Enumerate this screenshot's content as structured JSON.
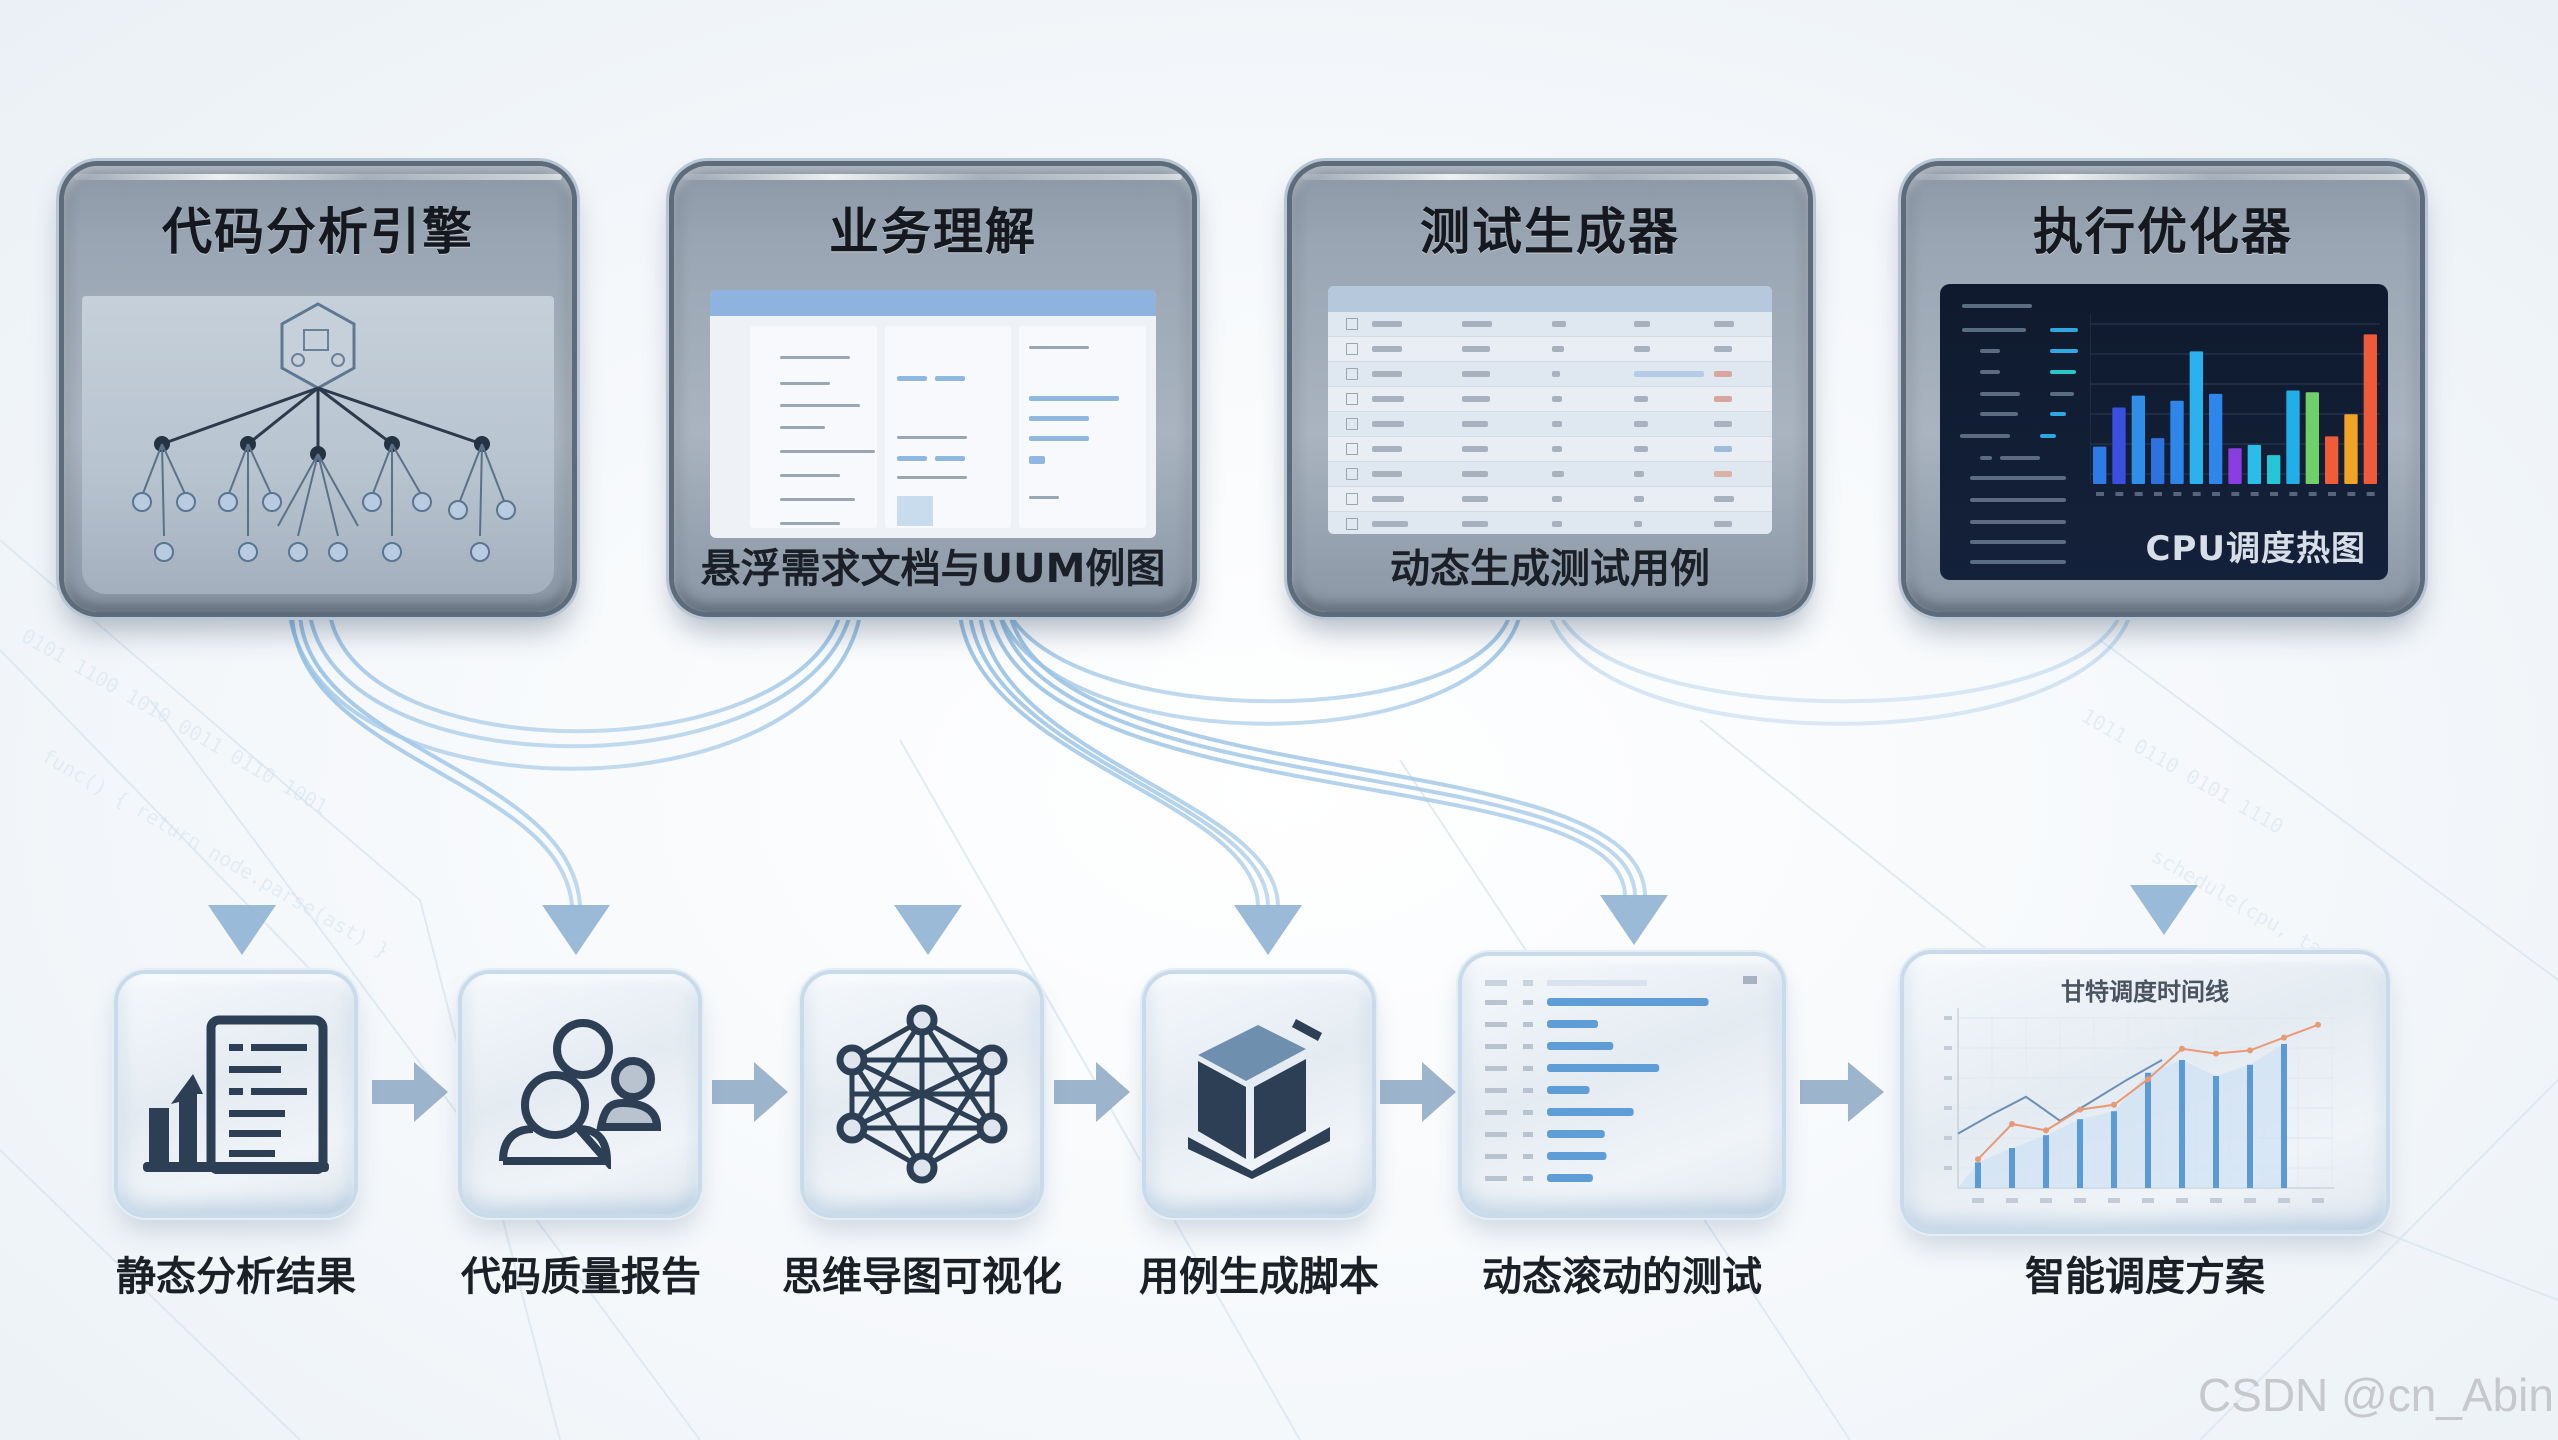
{
  "top_modules": [
    {
      "title": "代码分析引擎",
      "caption": "",
      "visual": "hierarchy-tree"
    },
    {
      "title": "业务理解",
      "caption": "悬浮需求文档与UUM例图",
      "visual": "document-ui-mockup"
    },
    {
      "title": "测试生成器",
      "caption": "动态生成测试用例",
      "visual": "test-case-table"
    },
    {
      "title": "执行优化器",
      "caption": "CPU调度热图",
      "visual": "dark-bar-chart"
    }
  ],
  "bottom_outputs": [
    {
      "label": "静态分析结果",
      "icon": "report-chart-icon"
    },
    {
      "label": "代码质量报告",
      "icon": "users-icon"
    },
    {
      "label": "思维导图可视化",
      "icon": "network-graph-icon"
    },
    {
      "label": "用例生成脚本",
      "icon": "cube-icon"
    },
    {
      "label": "动态滚动的测试",
      "icon": "horizontal-bar-list"
    },
    {
      "label": "智能调度方案",
      "icon": "line-area-chart"
    }
  ],
  "cpu_chart": {
    "bars": [
      22,
      45,
      52,
      27,
      49,
      78,
      53,
      21,
      23,
      17,
      55,
      54,
      28,
      41,
      88
    ],
    "colors": [
      "#2e7be6",
      "#3a4fe0",
      "#2f8fe8",
      "#2e72e0",
      "#2f86ea",
      "#29b2ee",
      "#2f86ea",
      "#8a3de0",
      "#2bbde9",
      "#25c7d6",
      "#22aee6",
      "#6fd06a",
      "#ef5c37",
      "#f0a324",
      "#ef5b3a"
    ]
  },
  "schedule_chart": {
    "title": "甘特调度时间线",
    "bars": [
      16,
      25,
      33,
      43,
      48,
      72,
      80,
      70,
      77,
      90
    ],
    "orange_line": [
      18,
      40,
      36,
      49,
      52,
      68,
      87,
      84,
      86,
      94,
      102
    ],
    "blue_line": [
      34,
      46,
      57,
      42,
      55,
      68,
      80
    ]
  },
  "scroll_test_bars": [
    95,
    30,
    39,
    66,
    25,
    51,
    34,
    35,
    27
  ],
  "watermark": "CSDN @cn_Abin",
  "colors": {
    "card_frame": "#5d6b7b",
    "flow_blue": "#9cc4e6",
    "icon_dark": "#2d3f54"
  }
}
